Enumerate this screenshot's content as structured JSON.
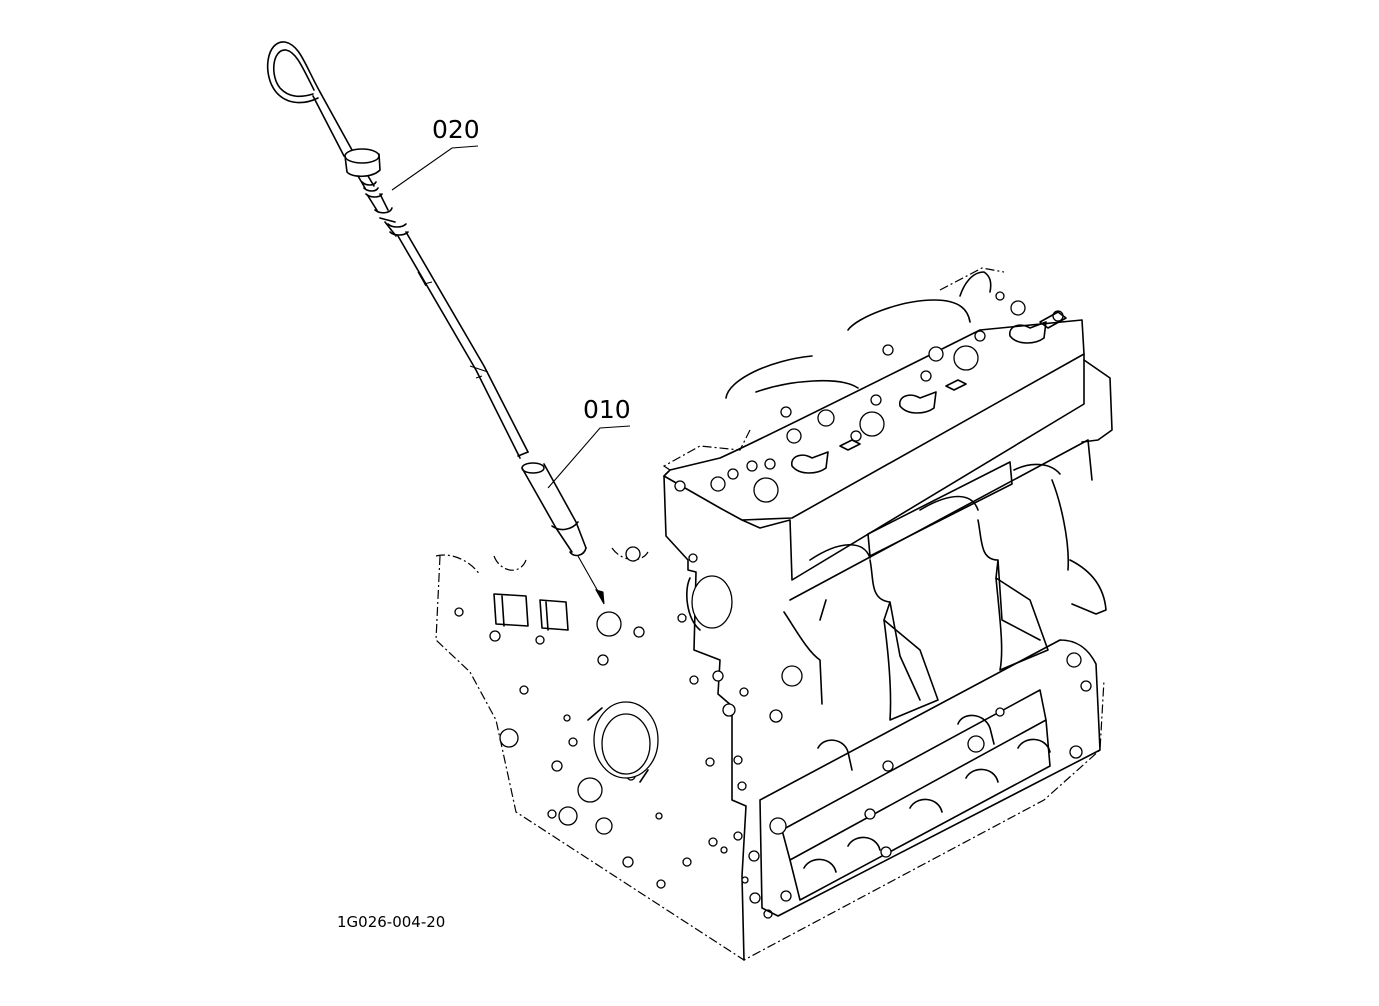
{
  "diagram": {
    "callouts": [
      {
        "id": "dipstick",
        "label": "020"
      },
      {
        "id": "dipstick-guide",
        "label": "010"
      }
    ],
    "drawing_code": "1G026-004-20",
    "colors": {
      "line": "#000000",
      "background": "#ffffff"
    }
  }
}
